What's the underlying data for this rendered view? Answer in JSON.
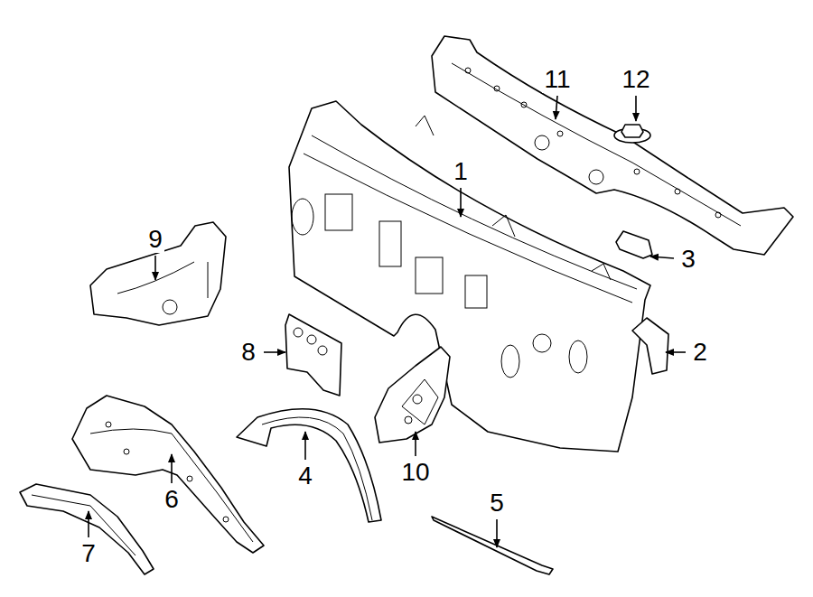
{
  "diagram": {
    "labels": [
      "11",
      "12",
      "1",
      "9",
      "3",
      "8",
      "2",
      "10",
      "5",
      "4",
      "6",
      "7"
    ]
  }
}
